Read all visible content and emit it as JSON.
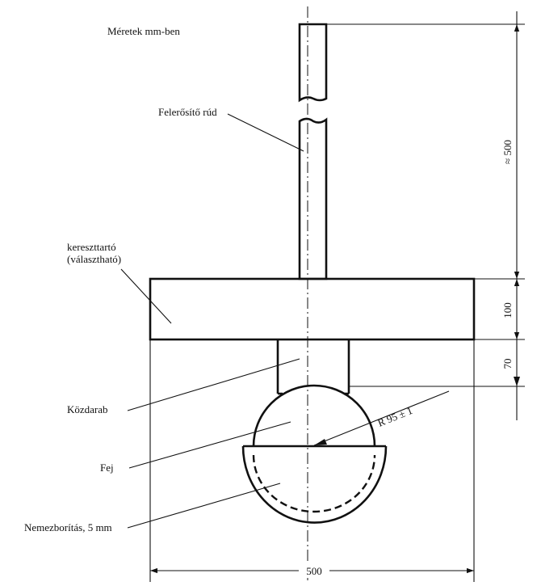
{
  "drawing": {
    "units_note": "Méretek mm-ben",
    "labels": {
      "rod": "Felerősítő rúd",
      "crossbar_line1": "kereszttartó",
      "crossbar_line2": "(választható)",
      "spacer": "Közdarab",
      "head": "Fej",
      "felt": "Nemezborítás, 5 mm"
    },
    "dimensions": {
      "rod_length": "≈ 500",
      "crossbar_height": "100",
      "spacer_height": "70",
      "radius": "R 95 ± 1",
      "width": "500"
    }
  }
}
